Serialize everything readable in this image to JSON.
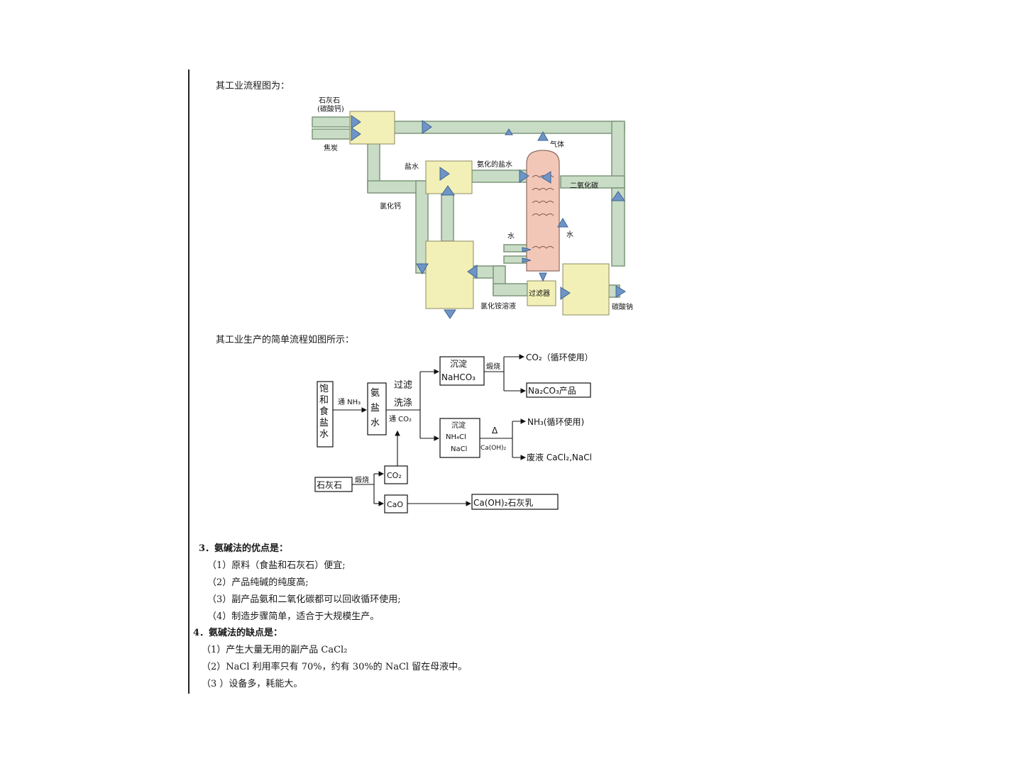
{
  "section_intro": {
    "diagram_caption": "其工业流程图为：",
    "simple_caption": "其工业生产的简单流程如图所示："
  },
  "industrial_diagram": {
    "labels": {
      "limestone": "石灰石",
      "limestone_sub": "(碳酸钙)",
      "coke": "焦炭",
      "brine": "盐水",
      "ammoniated_brine": "氨化的盐水",
      "gas": "气体",
      "co2": "二氧化碳",
      "cacl2": "氯化钙",
      "water_left": "水",
      "water_right": "水",
      "filter": "过滤器",
      "nh4cl_solution": "氯化铵溶液",
      "soda_ash": "碳酸钠"
    },
    "colors": {
      "pipe": "#c9dcc6",
      "pipe_stroke": "#7d967a",
      "box": "#f2f0b6",
      "tower": "#f3c7b8",
      "arrow": "#6f95c6"
    }
  },
  "simple_flow": {
    "saturated_brine": "饱和食盐水",
    "pass_nh3": "通 NH₃",
    "ammonia_brine": "氨盐水",
    "filter_wash_1": "过滤",
    "filter_wash_2": "洗涤",
    "pass_co2": "通 CO₂",
    "precip_1": "沉淀",
    "precip_1b": "NaHCO₃",
    "calcine": "煅烧",
    "co2_recycle": "CO₂（循环使用）",
    "na2co3_product": "Na₂CO₃产品",
    "precip_2": "沉淀",
    "precip_2b": "NH₄Cl",
    "precip_2c": "NaCl",
    "delta": "Δ",
    "caoh2_small": "Ca(OH)₂",
    "nh3_recycle": "NH₃(循环使用)",
    "waste": "废液 CaCl₂,NaCl",
    "limestone": "石灰石",
    "burn": "煅烧",
    "co2_box": "CO₂",
    "cao_box": "CaO",
    "lime_milk": "Ca(OH)₂石灰乳"
  },
  "advantages": {
    "heading": "3．氨碱法的优点是：",
    "items": [
      "（1）原料（食盐和石灰石）便宜;",
      "（2）产品纯碱的纯度高;",
      "（3）副产品氨和二氧化碳都可以回收循环使用;",
      "（4）制造步骤简单，适合于大规模生产。"
    ]
  },
  "disadvantages": {
    "heading": "4．氨碱法的缺点是：",
    "items": [
      "（1）产生大量无用的副产品 CaCl₂",
      "（2）NaCl 利用率只有 70%，约有 30%的 NaCl 留在母液中。",
      "（3 ）设备多，耗能大。"
    ]
  }
}
